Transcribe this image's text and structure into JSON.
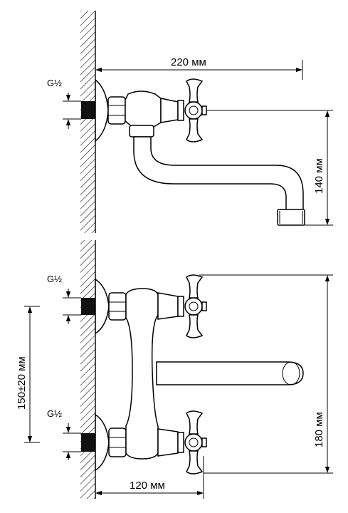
{
  "top_view": {
    "dim_width": "220 мм",
    "dim_height": "140 мм",
    "thread_label": "G½"
  },
  "front_view": {
    "dim_height": "180 мм",
    "dim_center": "150±20 мм",
    "dim_width": "120 мм",
    "thread_label_upper": "G½",
    "thread_label_lower": "G½"
  }
}
